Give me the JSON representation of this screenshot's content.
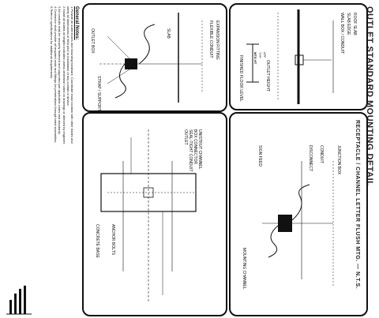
{
  "sheet_title": "OUTLET STANDARD MOUNTING DETAIL",
  "panel_top_right": {
    "labels": [
      "ROOF SLAB",
      "SLAB EDGE",
      "WALL BOX / CONDUIT",
      "OUTLET HEIGHT",
      "FINISHED FLOOR LEVEL"
    ],
    "dims": [
      "MTG HT",
      "TYP",
      "AFF"
    ]
  },
  "panel_top_left": {
    "labels": [
      "EXPANSION FITTING",
      "FLEXIBLE CONDUIT",
      "OUTLET BOX",
      "STRAP / SUPPORT",
      "SLAB"
    ]
  },
  "panel_bottom_right": {
    "title": "RECEPTACLE / CHANNEL LETTER FLUSH MTG. — N.T.S.",
    "labels": [
      "JUNCTION BOX",
      "CONDUIT",
      "DISCONNECT",
      "SIGN FEED",
      "MOUNTING CHANNEL"
    ]
  },
  "panel_bottom_left": {
    "labels": [
      "UNISTRUT CHANNEL",
      "BOX CONNECTOR",
      "SEAL-TIGHT CONDUIT",
      "OUTLET",
      "ANCHOR BOLTS",
      "CONCRETE BASE"
    ]
  },
  "notes": {
    "title": "General Notes:",
    "items": [
      "1  Provide all outlet boxes and mounting hardware. Coordinate exact location with other trades and",
      "   verify all dimensions in field prior to installation of any conduit or device.",
      "2  Install all outlets at heights indicated unless otherwise noted on drawings or directed by engineer.",
      "3  All conduits shall be securely fastened and supported per applicable codes and standards.",
      "4  Contractor shall provide all required seals and fittings for penetrations through rated assemblies.",
      "5  Refer to specifications for additional requirements."
    ]
  }
}
